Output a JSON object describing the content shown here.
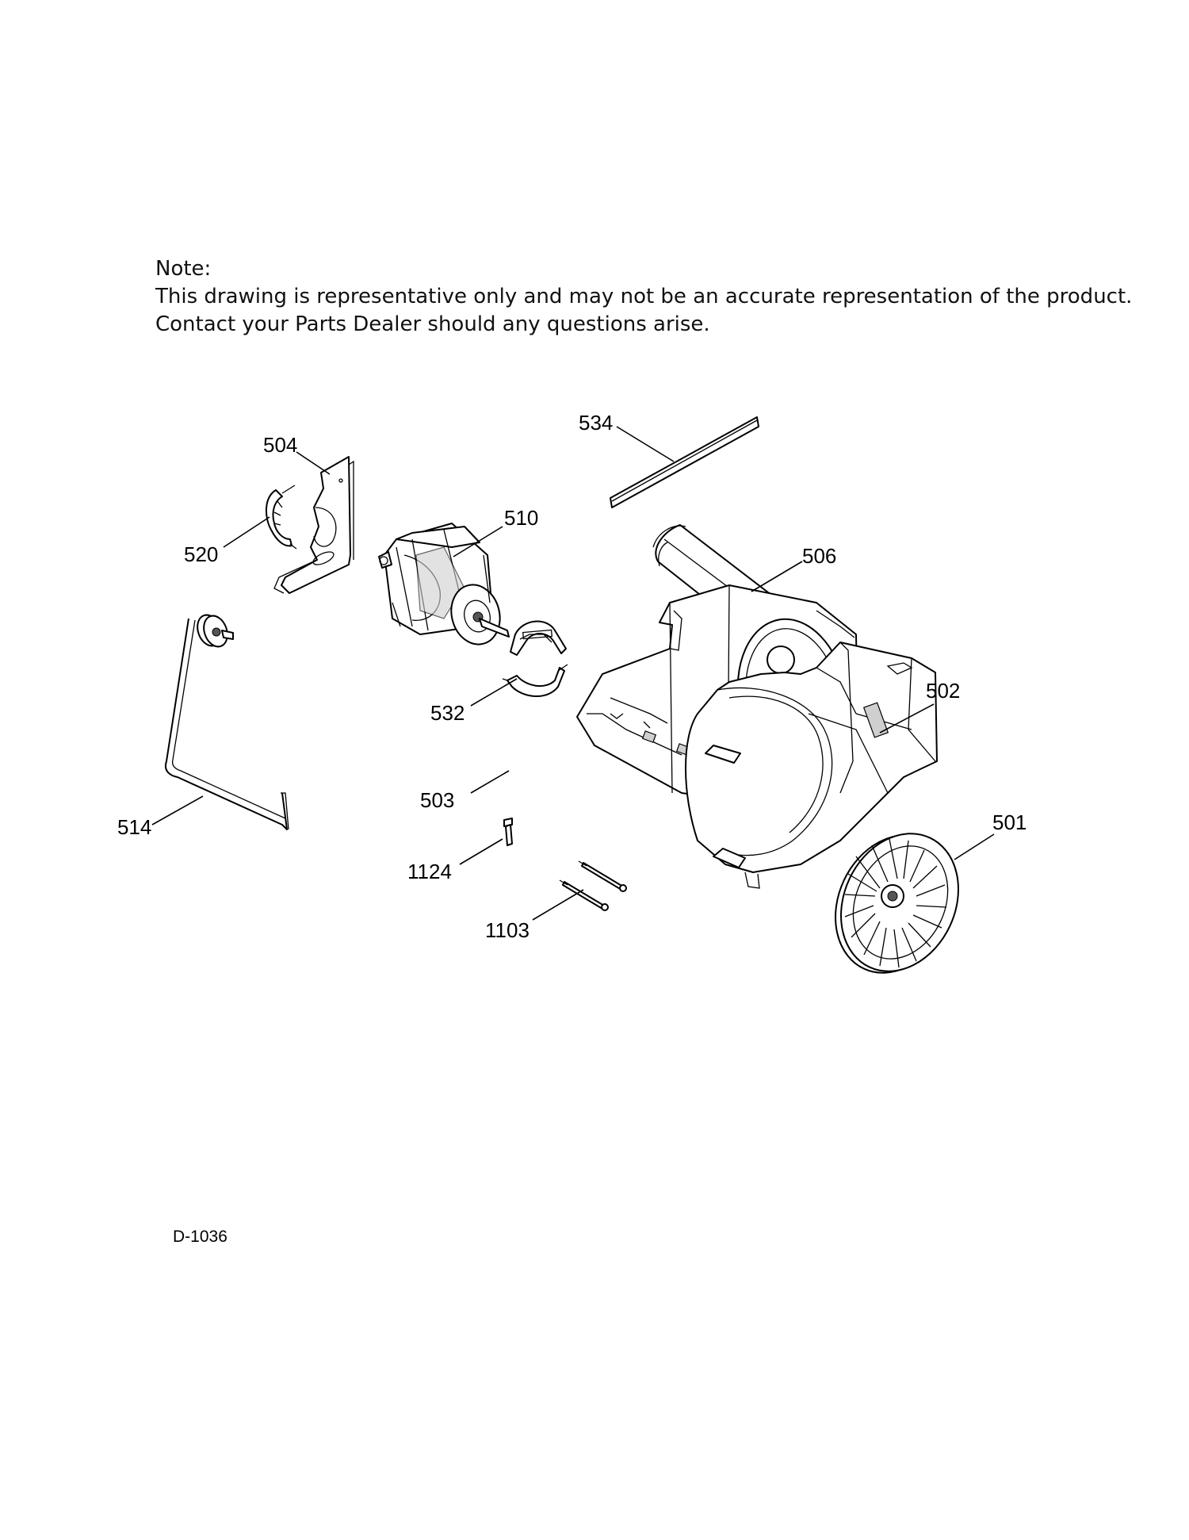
{
  "note": {
    "heading": "Note:",
    "line1": "This drawing is representative only and may not be an accurate representation of the product.",
    "line2": "Contact your Parts Dealer should any questions arise."
  },
  "parts": [
    {
      "id": "504",
      "label": "504"
    },
    {
      "id": "520",
      "label": "520"
    },
    {
      "id": "510",
      "label": "510"
    },
    {
      "id": "534",
      "label": "534"
    },
    {
      "id": "506",
      "label": "506"
    },
    {
      "id": "514",
      "label": "514"
    },
    {
      "id": "532",
      "label": "532"
    },
    {
      "id": "503",
      "label": "503"
    },
    {
      "id": "502",
      "label": "502"
    },
    {
      "id": "501",
      "label": "501"
    },
    {
      "id": "1124",
      "label": "1124"
    },
    {
      "id": "1103",
      "label": "1103"
    }
  ],
  "drawing_ref": "D-1036"
}
